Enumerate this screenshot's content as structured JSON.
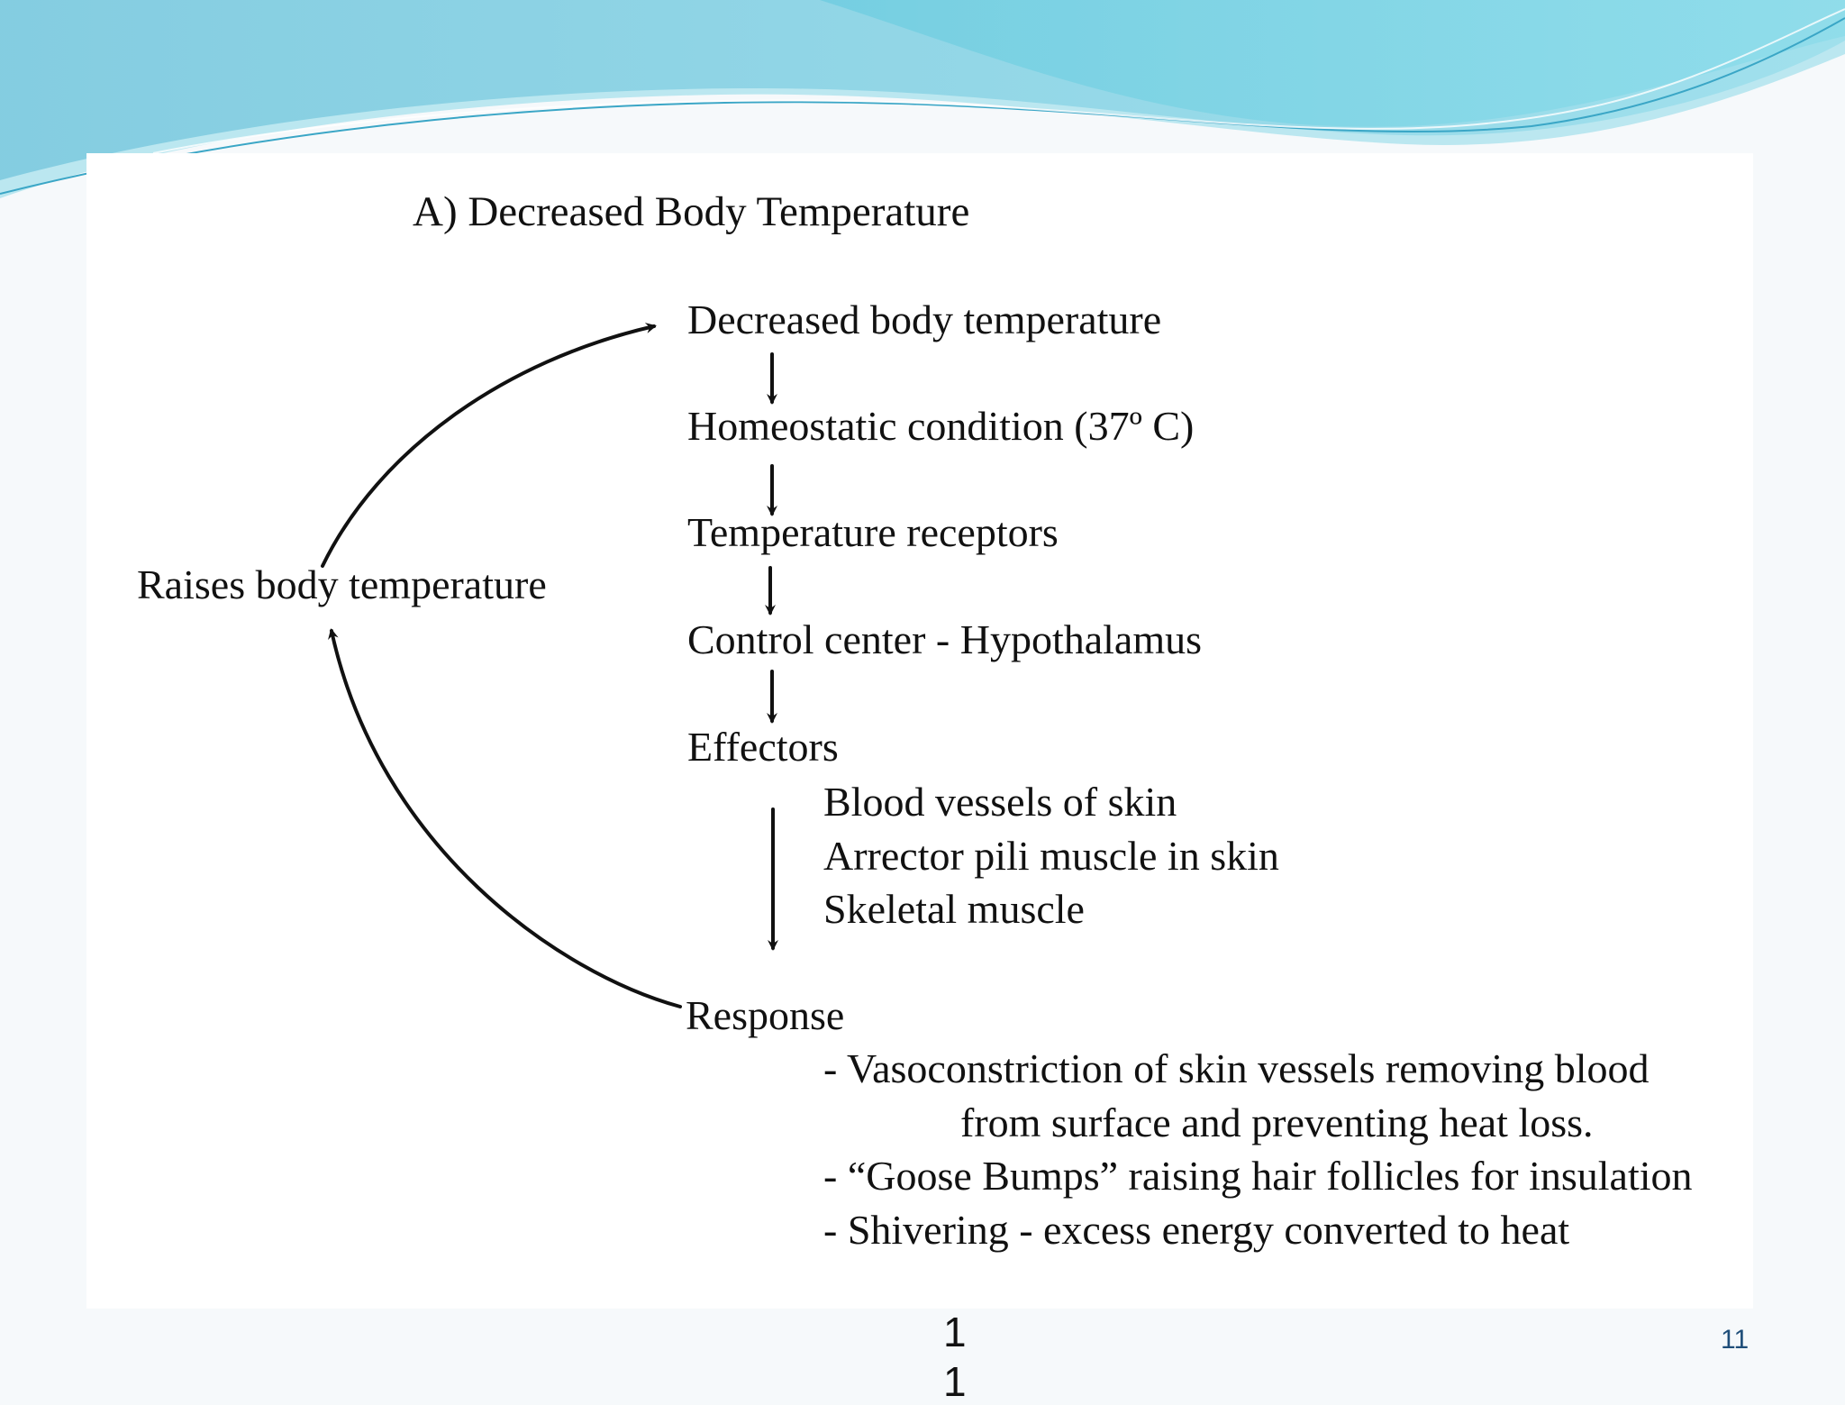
{
  "slide": {
    "title": "A) Decreased Body Temperature",
    "page_number": "11",
    "center_number_lines": [
      "1",
      "1"
    ]
  },
  "flow": {
    "steps": [
      "Decreased body temperature",
      "Homeostatic condition  (37º C)",
      "Temperature receptors",
      "Control center - Hypothalamus",
      "Effectors"
    ],
    "effectors": [
      "Blood vessels of skin",
      "Arrector pili muscle in skin",
      "Skeletal muscle"
    ],
    "response_label": "Response",
    "response_lines": [
      "- Vasoconstriction of skin vessels removing blood",
      "from surface and preventing heat loss.",
      "- “Goose Bumps” raising hair follicles for insulation",
      "- Shivering - excess energy converted to heat"
    ],
    "loop_label": "Raises body temperature"
  },
  "colors": {
    "banner_light": "#c8eef3",
    "banner_mid": "#7fd6e4",
    "banner_dark": "#2aa8c8",
    "page_number": "#1f4e79"
  }
}
